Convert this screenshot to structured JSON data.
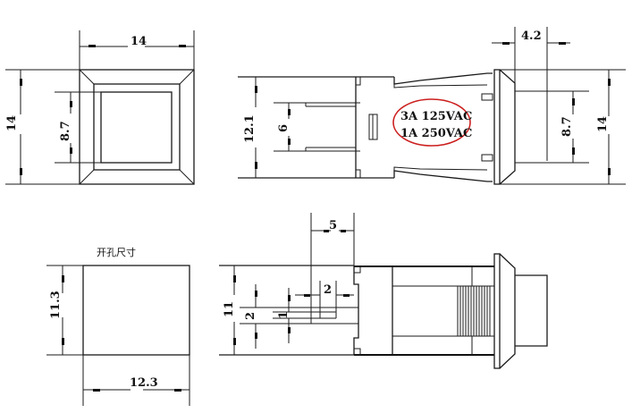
{
  "title": "Push button switch dimension drawing",
  "colors": {
    "line": "#1a1a1a",
    "highlight_ellipse": "#cc1f1f",
    "background": "#ffffff"
  },
  "views": {
    "front_view": {
      "width_dim": "14",
      "height_dim": "14",
      "inner_height_dim": "8.7"
    },
    "side_view_top": {
      "body_height_dim": "12.1",
      "terminal_spacing_dim": "6",
      "bezel_depth_dim": "4.2",
      "button_height_dim": "8.7",
      "bezel_height_dim": "14",
      "rating_line_1": "3A 125VAC",
      "rating_line_2": "1A 250VAC"
    },
    "panel_cutout": {
      "label": "开孔尺寸",
      "height_dim": "11.3",
      "width_dim": "12.3"
    },
    "side_view_bottom": {
      "body_height_dim": "11",
      "terminal_pitch_dim": "2",
      "terminal_thickness_dim": "1",
      "terminal_length_dim": "2",
      "terminal_offset_dim": "5"
    }
  }
}
